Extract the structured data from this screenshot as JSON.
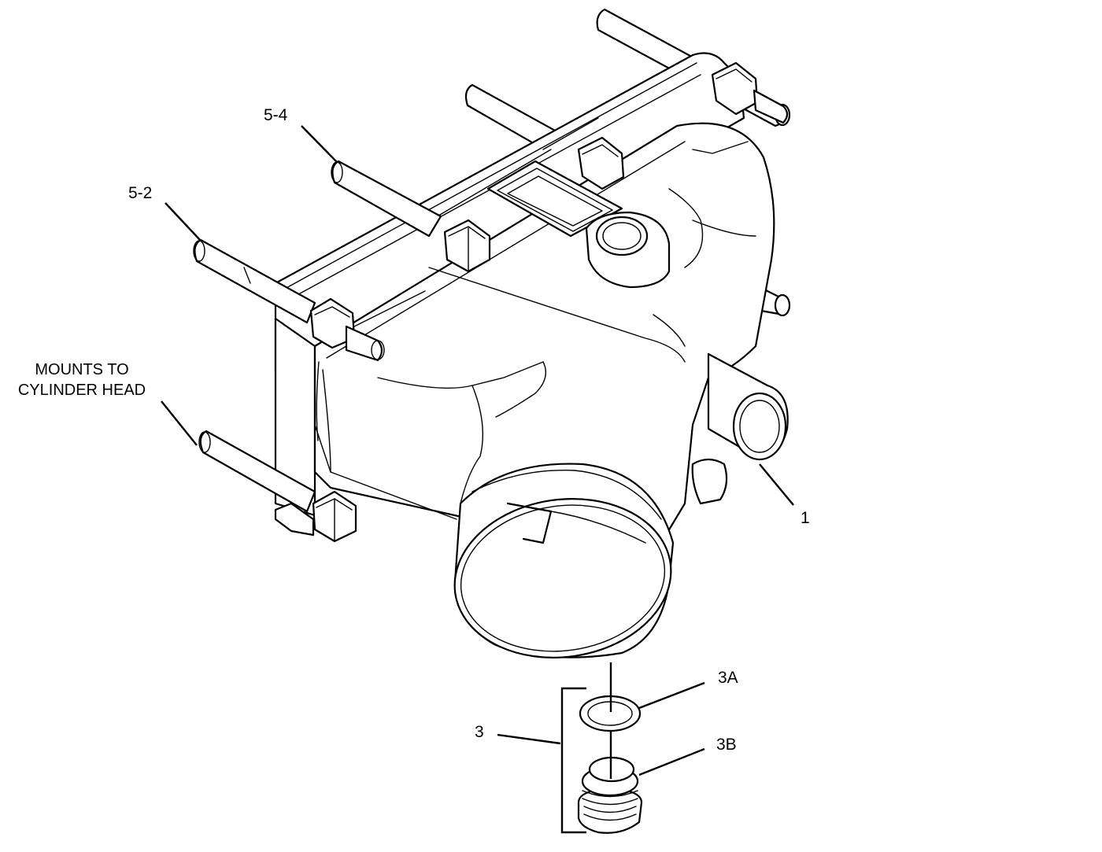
{
  "callouts": {
    "item_1": "1",
    "item_3": "3",
    "item_3a": "3A",
    "item_3b": "3B",
    "item_5_2": "5-2",
    "item_5_4": "5-4"
  },
  "note": {
    "line1": "MOUNTS TO",
    "line2": "CYLINDER HEAD"
  }
}
